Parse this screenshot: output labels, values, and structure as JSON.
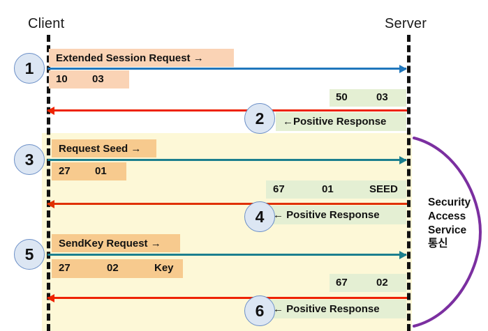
{
  "diagram": {
    "title": "UDS Security Access Service sequence",
    "lifelines": [
      {
        "name": "client",
        "label": "Client"
      },
      {
        "name": "server",
        "label": "Server"
      }
    ],
    "colors": {
      "request_peach": "#fad3b5",
      "request_orange": "#f7ca8e",
      "response_green": "#e4efd3",
      "region_yellow": "#fdf8d7",
      "arrow_blue": "#1f76bc",
      "arrow_teal": "#1b7f8e",
      "arrow_red": "#ee2200",
      "arrow_red_dark": "#e03000",
      "circle_fill": "#dce6f3",
      "circle_border": "#6b8fc7",
      "lifeline_black": "#111111",
      "brace_purple": "#7b2fa0"
    },
    "steps": [
      {
        "number": "1",
        "direction": "request",
        "arrow_color": "arrow_blue",
        "title": "Extended Session Request →",
        "fields": [
          "10",
          "03"
        ],
        "box_style": "req-peach"
      },
      {
        "number": "2",
        "direction": "response",
        "arrow_color": "arrow_red",
        "title": "←Positive Response",
        "fields": [
          "50",
          "03"
        ],
        "box_style": "resp-green"
      },
      {
        "number": "3",
        "direction": "request",
        "arrow_color": "arrow_teal",
        "title": "Request Seed →",
        "fields": [
          "27",
          "01"
        ],
        "box_style": "req-orange"
      },
      {
        "number": "4",
        "direction": "response",
        "arrow_color": "arrow_red_dark",
        "title": "← Positive Response",
        "fields": [
          "67",
          "01",
          "SEED"
        ],
        "box_style": "resp-green"
      },
      {
        "number": "5",
        "direction": "request",
        "arrow_color": "arrow_teal",
        "title": "SendKey Request →",
        "fields": [
          "27",
          "02",
          "Key"
        ],
        "box_style": "req-orange"
      },
      {
        "number": "6",
        "direction": "response",
        "arrow_color": "arrow_red",
        "title": "← Positive Response",
        "fields": [
          "67",
          "02"
        ],
        "box_style": "resp-green"
      }
    ],
    "annotation": {
      "name": "security-access-service-label",
      "lines": [
        "Security",
        "Access",
        "Service",
        "통신"
      ],
      "text": "Security\nAccess\nService\n통신"
    }
  }
}
